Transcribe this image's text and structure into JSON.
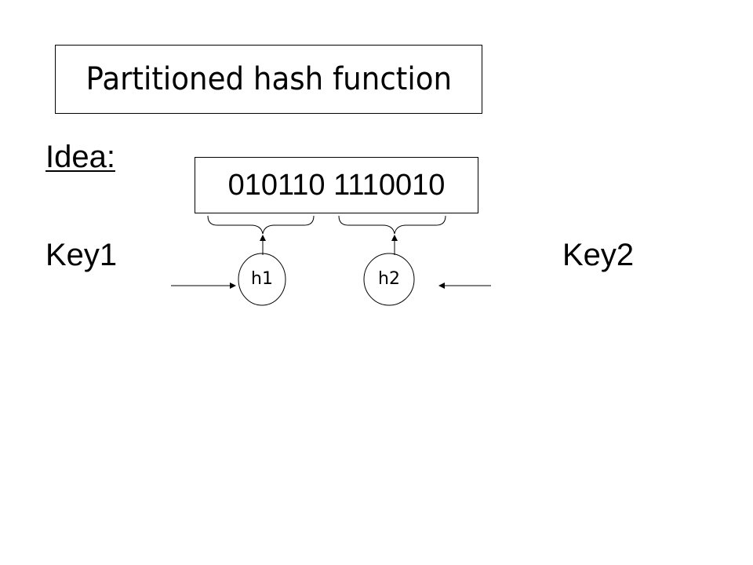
{
  "slide": {
    "title": "Partitioned hash function",
    "idea_label": "Idea:",
    "bits": "010110 1110010",
    "key1_label": "Key1",
    "key2_label": "Key2",
    "h1_label": "h1",
    "h2_label": "h2"
  }
}
